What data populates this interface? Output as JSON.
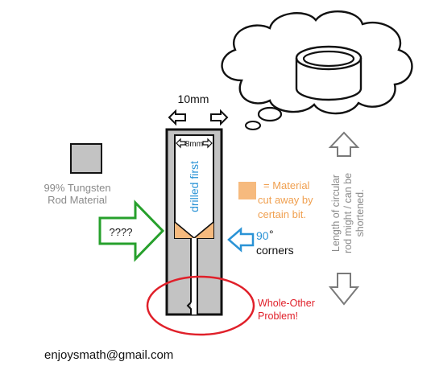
{
  "dimension_outer": "10mm",
  "dimension_inner": "8mm",
  "drilled_label": "drilled first",
  "material_label_lines": [
    "99% Tungsten",
    "Rod Material"
  ],
  "cut_legend_lines": [
    "= Material",
    "cut away by",
    "certain bit."
  ],
  "question_label": "????",
  "corners_number": "90",
  "corners_degree": "°",
  "corners_word": "corners",
  "length_note_lines": [
    "Length of circular",
    "rod might / can be",
    "shortened."
  ],
  "problem_label_lines": [
    "Whole-Other",
    "Problem!"
  ],
  "email": "enjoysmath@gmail.com",
  "colors": {
    "rod_gray": "#c3c3c3",
    "cut_orange": "#f6ba7e",
    "question_arrow": "#27a02c",
    "corner_arrow": "#2a93d6",
    "drilled_text": "#2a93d6",
    "problem_red": "#e0202a",
    "note_gray": "#8a8a8a",
    "legend_orange": "#f0a050",
    "arrow_gray": "#7a7a7a"
  },
  "icons": [
    "thought-bubble-icon",
    "cylinder-ring-icon",
    "left-arrow-icon",
    "right-arrow-icon",
    "up-arrow-icon",
    "down-arrow-icon",
    "right-arrow-icon",
    "right-arrow-icon"
  ]
}
